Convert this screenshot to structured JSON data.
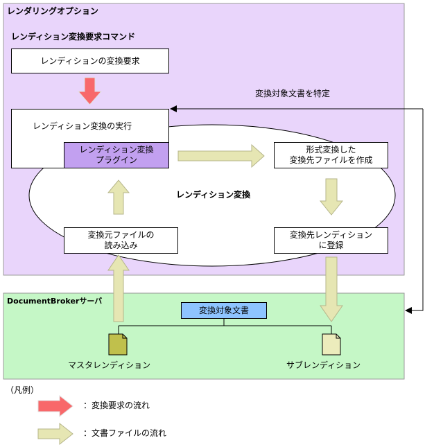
{
  "rendering_option": {
    "title": "レンダリングオプション",
    "command_title": "レンディション変換要求コマンド",
    "request_box": "レンディションの変換要求",
    "execute_box": "レンディション変換の実行",
    "plugin_line1": "レンディション変換",
    "plugin_line2": "プラグイン",
    "format_line1": "形式変換した",
    "format_line2": "変換先ファイルを作成",
    "read_line1": "変換元ファイルの",
    "read_line2": "読み込み",
    "register_line1": "変換先レンディション",
    "register_line2": "に登録",
    "ellipse_label": "レンディション変換",
    "identify_label": "変換対象文書を特定"
  },
  "server": {
    "title": "DocumentBrokerサーバ",
    "target_doc": "変換対象文書",
    "master": "マスタレンディション",
    "sub": "サブレンディション"
  },
  "legend": {
    "title": "（凡例）",
    "request_flow": "：変換要求の流れ",
    "file_flow": "：文書ファイルの流れ"
  },
  "colors": {
    "option_bg": "#e9d5fb",
    "server_bg": "#c5f7c6",
    "plugin_bg": "#c2a0f0",
    "target_bg": "#8ec4ff",
    "red_arrow": "#f8686a",
    "file_arrow": "#e6e6b3",
    "master_doc": "#c0c04c",
    "sub_doc": "#ececbc"
  }
}
